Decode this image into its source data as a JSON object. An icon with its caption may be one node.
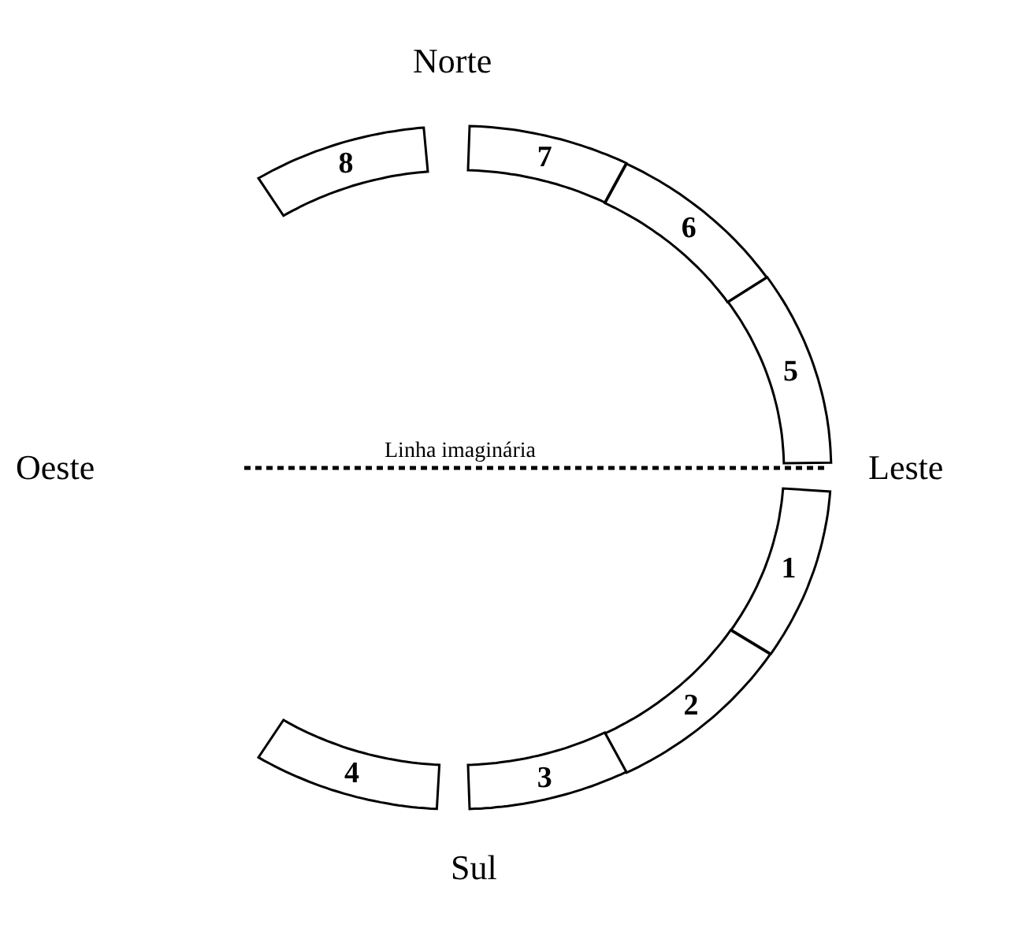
{
  "diagram": {
    "nodes": [
      {
        "text": [
          "8"
        ]
      },
      {
        "text": [
          "7"
        ]
      },
      {
        "text": [
          "6"
        ]
      },
      {
        "text": [
          "5"
        ]
      },
      {
        "text": [
          "1"
        ]
      },
      {
        "text": [
          "2"
        ]
      },
      {
        "text": [
          "3"
        ]
      },
      {
        "text": [
          "4"
        ]
      }
    ],
    "labels": [
      "Norte",
      "Oeste",
      "Linha imaginária",
      "Leste",
      "Sul"
    ]
  }
}
